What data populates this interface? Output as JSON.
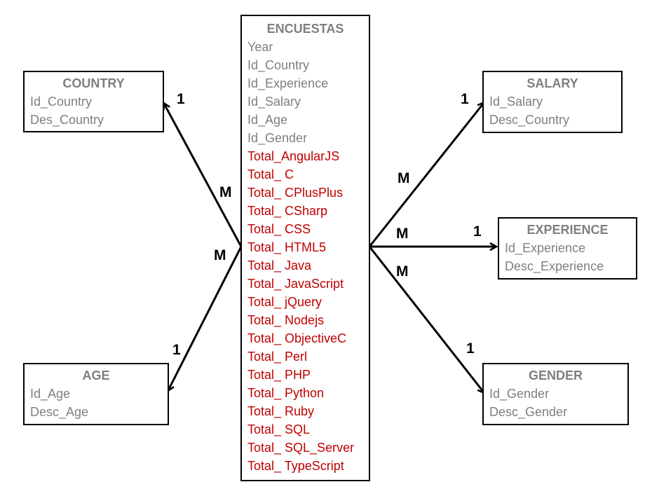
{
  "colors": {
    "title": "#7f7f7f",
    "key_field": "#7f7f7f",
    "measure_field": "#c00000",
    "line": "#000000"
  },
  "fact": {
    "title": "ENCUESTAS",
    "fields": [
      {
        "name": "Year",
        "kind": "key"
      },
      {
        "name": "Id_Country",
        "kind": "key"
      },
      {
        "name": "Id_Experience",
        "kind": "key"
      },
      {
        "name": "Id_Salary",
        "kind": "key"
      },
      {
        "name": "Id_Age",
        "kind": "key"
      },
      {
        "name": "Id_Gender",
        "kind": "key"
      },
      {
        "name": "Total_AngularJS",
        "kind": "measure"
      },
      {
        "name": "Total_ C",
        "kind": "measure"
      },
      {
        "name": "Total_ CPlusPlus",
        "kind": "measure"
      },
      {
        "name": "Total_ CSharp",
        "kind": "measure"
      },
      {
        "name": "Total_ CSS",
        "kind": "measure"
      },
      {
        "name": "Total_ HTML5",
        "kind": "measure"
      },
      {
        "name": "Total_ Java",
        "kind": "measure"
      },
      {
        "name": "Total_ JavaScript",
        "kind": "measure"
      },
      {
        "name": "Total_ jQuery",
        "kind": "measure"
      },
      {
        "name": "Total_ Nodejs",
        "kind": "measure"
      },
      {
        "name": "Total_ ObjectiveC",
        "kind": "measure"
      },
      {
        "name": "Total_ Perl",
        "kind": "measure"
      },
      {
        "name": "Total_ PHP",
        "kind": "measure"
      },
      {
        "name": "Total_ Python",
        "kind": "measure"
      },
      {
        "name": "Total_ Ruby",
        "kind": "measure"
      },
      {
        "name": "Total_ SQL",
        "kind": "measure"
      },
      {
        "name": "Total_ SQL_Server",
        "kind": "measure"
      },
      {
        "name": "Total_ TypeScript",
        "kind": "measure"
      }
    ]
  },
  "dimensions": {
    "country": {
      "title": "COUNTRY",
      "fields": [
        "Id_Country",
        "Des_Country"
      ]
    },
    "age": {
      "title": "AGE",
      "fields": [
        "Id_Age",
        "Desc_Age"
      ]
    },
    "salary": {
      "title": "SALARY",
      "fields": [
        "Id_Salary",
        "Desc_Country"
      ]
    },
    "experience": {
      "title": "EXPERIENCE",
      "fields": [
        "Id_Experience",
        "Desc_Experience"
      ]
    },
    "gender": {
      "title": "GENDER",
      "fields": [
        "Id_Gender",
        "Desc_Gender"
      ]
    }
  },
  "relationships": {
    "country": {
      "fact_side": "M",
      "dimension_side": "1"
    },
    "age": {
      "fact_side": "M",
      "dimension_side": "1"
    },
    "salary": {
      "fact_side": "M",
      "dimension_side": "1"
    },
    "experience": {
      "fact_side": "M",
      "dimension_side": "1"
    },
    "gender": {
      "fact_side": "M",
      "dimension_side": "1"
    }
  }
}
